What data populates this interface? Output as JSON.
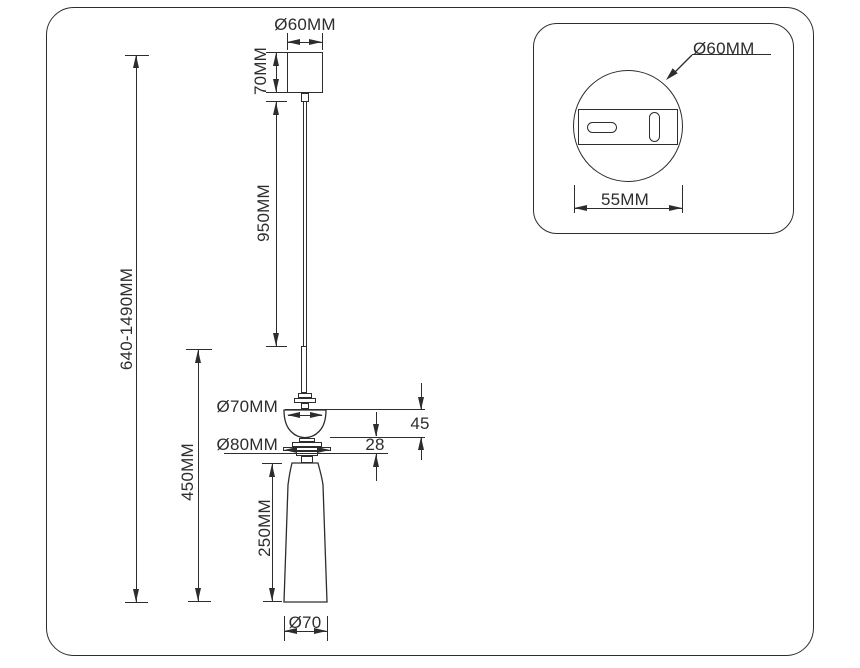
{
  "drawing": {
    "main": {
      "canopy_diameter": "Ø60MM",
      "canopy_height": "70MM",
      "cord_length": "950MM",
      "overall_height_range": "640-1490MM",
      "fixture_height": "450MM",
      "dome_diameter": "Ø70MM",
      "dome_height": "45",
      "flange_diameter": "Ø80MM",
      "flange_height": "28",
      "shade_height": "250MM",
      "shade_bottom_diameter": "Ø70"
    },
    "detail": {
      "plate_diameter": "Ø60MM",
      "bracket_width": "55MM"
    },
    "colors": {
      "line": "#2d2d2d",
      "background": "#ffffff"
    }
  }
}
